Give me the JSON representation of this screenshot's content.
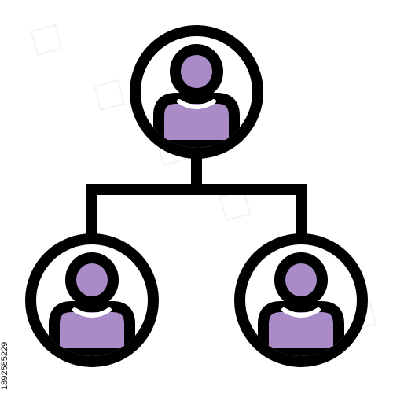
{
  "diagram": {
    "icon": "organization-hierarchy-icon",
    "colors": {
      "stroke": "#000000",
      "fill": "#a98bc7",
      "background": "#ffffff",
      "watermark": "#dddddd"
    },
    "nodes": [
      {
        "id": "top",
        "icon": "user-icon",
        "level": 0
      },
      {
        "id": "left",
        "icon": "user-icon",
        "level": 1
      },
      {
        "id": "right",
        "icon": "user-icon",
        "level": 1
      }
    ],
    "edges": [
      {
        "from": "top",
        "to": "left"
      },
      {
        "from": "top",
        "to": "right"
      }
    ]
  },
  "watermark": {
    "vertical_id": "1892585229"
  }
}
